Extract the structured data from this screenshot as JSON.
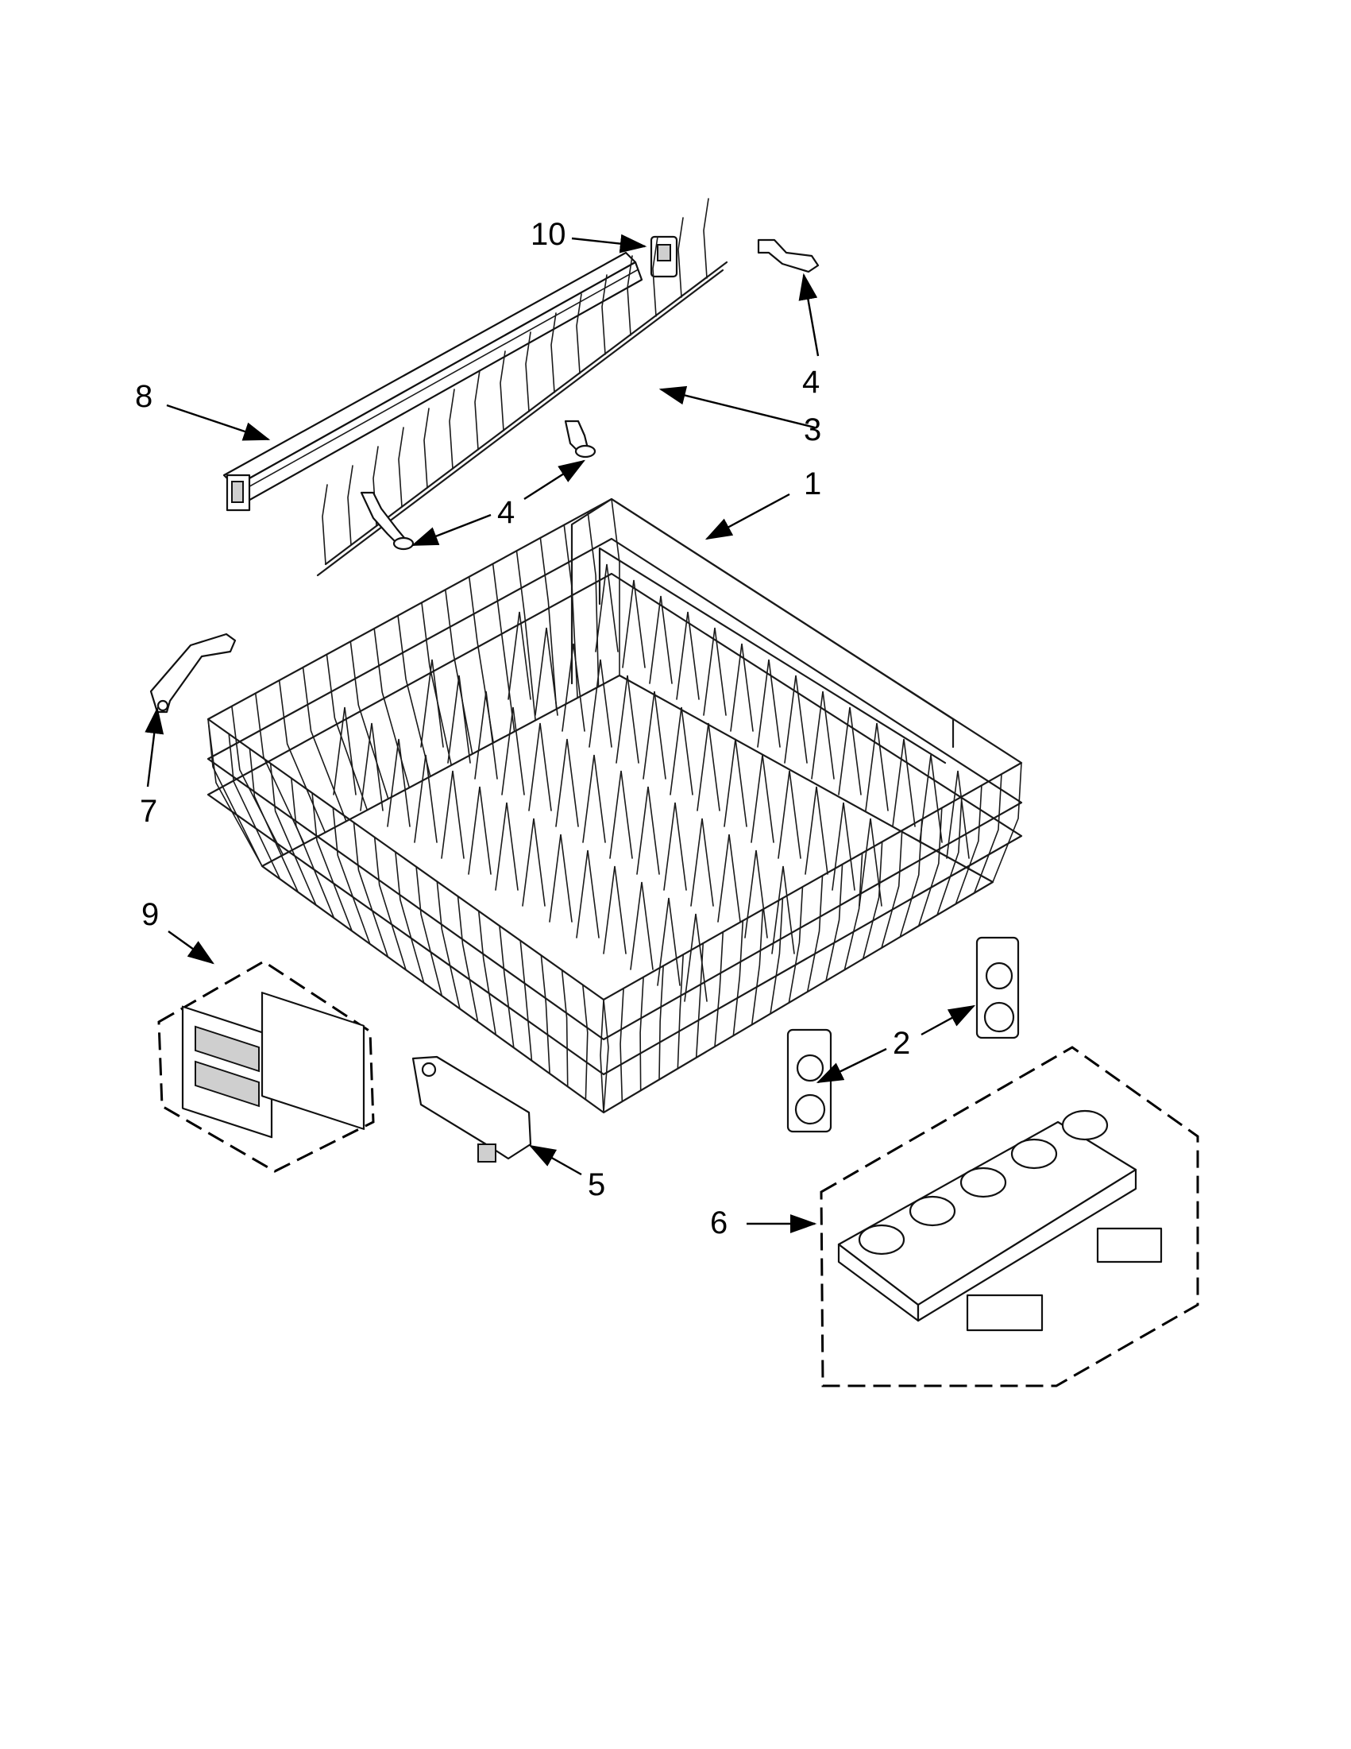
{
  "diagram": {
    "callouts": [
      {
        "id": "label-10",
        "text": "10"
      },
      {
        "id": "label-8",
        "text": "8"
      },
      {
        "id": "label-4a",
        "text": "4"
      },
      {
        "id": "label-3",
        "text": "3"
      },
      {
        "id": "label-1",
        "text": "1"
      },
      {
        "id": "label-4b",
        "text": "4"
      },
      {
        "id": "label-7",
        "text": "7"
      },
      {
        "id": "label-9",
        "text": "9"
      },
      {
        "id": "label-2",
        "text": "2"
      },
      {
        "id": "label-5",
        "text": "5"
      },
      {
        "id": "label-6",
        "text": "6"
      }
    ]
  }
}
